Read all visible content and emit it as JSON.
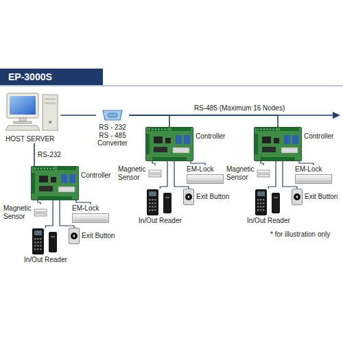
{
  "diagram": {
    "title": "EP-3000S",
    "nodes": [
      {
        "text": [
          "HOST SERVER"
        ]
      },
      {
        "text": [
          "RS - 232 RS - 485 Converter"
        ]
      },
      {
        "text": [
          "Controller"
        ]
      },
      {
        "text": [
          "Magnetic Sensor"
        ]
      },
      {
        "text": [
          "EM-Lock"
        ]
      },
      {
        "text": [
          "In/Out Reader"
        ]
      },
      {
        "text": [
          "Exit Button"
        ]
      },
      {
        "text": [
          "Controller"
        ]
      },
      {
        "text": [
          "Magnetic Sensor"
        ]
      },
      {
        "text": [
          "EM-Lock"
        ]
      },
      {
        "text": [
          "In/Out Reader"
        ]
      },
      {
        "text": [
          "Exit Button"
        ]
      },
      {
        "text": [
          "Controller"
        ]
      },
      {
        "text": [
          "Magnetic Sensor"
        ]
      },
      {
        "text": [
          "EM-Lock"
        ]
      },
      {
        "text": [
          "In/Out Reader"
        ]
      },
      {
        "text": [
          "Exit Button"
        ]
      }
    ],
    "edges": [
      {
        "from": 0,
        "to": 2,
        "arrow": "none",
        "label": "RS-232"
      },
      {
        "from": 0,
        "to": 1,
        "arrow": "none"
      },
      {
        "from": 1,
        "to": 7,
        "arrow": "none"
      },
      {
        "from": 1,
        "to": 12,
        "arrow": "none"
      },
      {
        "from": 2,
        "to": 3,
        "arrow": "none"
      },
      {
        "from": 2,
        "to": 4,
        "arrow": "none"
      },
      {
        "from": 2,
        "to": 5,
        "arrow": "none"
      },
      {
        "from": 2,
        "to": 6,
        "arrow": "none"
      },
      {
        "from": 7,
        "to": 8,
        "arrow": "none"
      },
      {
        "from": 7,
        "to": 9,
        "arrow": "none"
      },
      {
        "from": 7,
        "to": 10,
        "arrow": "none"
      },
      {
        "from": 7,
        "to": 11,
        "arrow": "none"
      },
      {
        "from": 12,
        "to": 13,
        "arrow": "none"
      },
      {
        "from": 12,
        "to": 14,
        "arrow": "none"
      },
      {
        "from": 12,
        "to": 15,
        "arrow": "none"
      },
      {
        "from": 12,
        "to": 16,
        "arrow": "none"
      }
    ],
    "labels": [
      "RS-485 (Maximum 16 Nodes)",
      "* for illustration only"
    ]
  }
}
